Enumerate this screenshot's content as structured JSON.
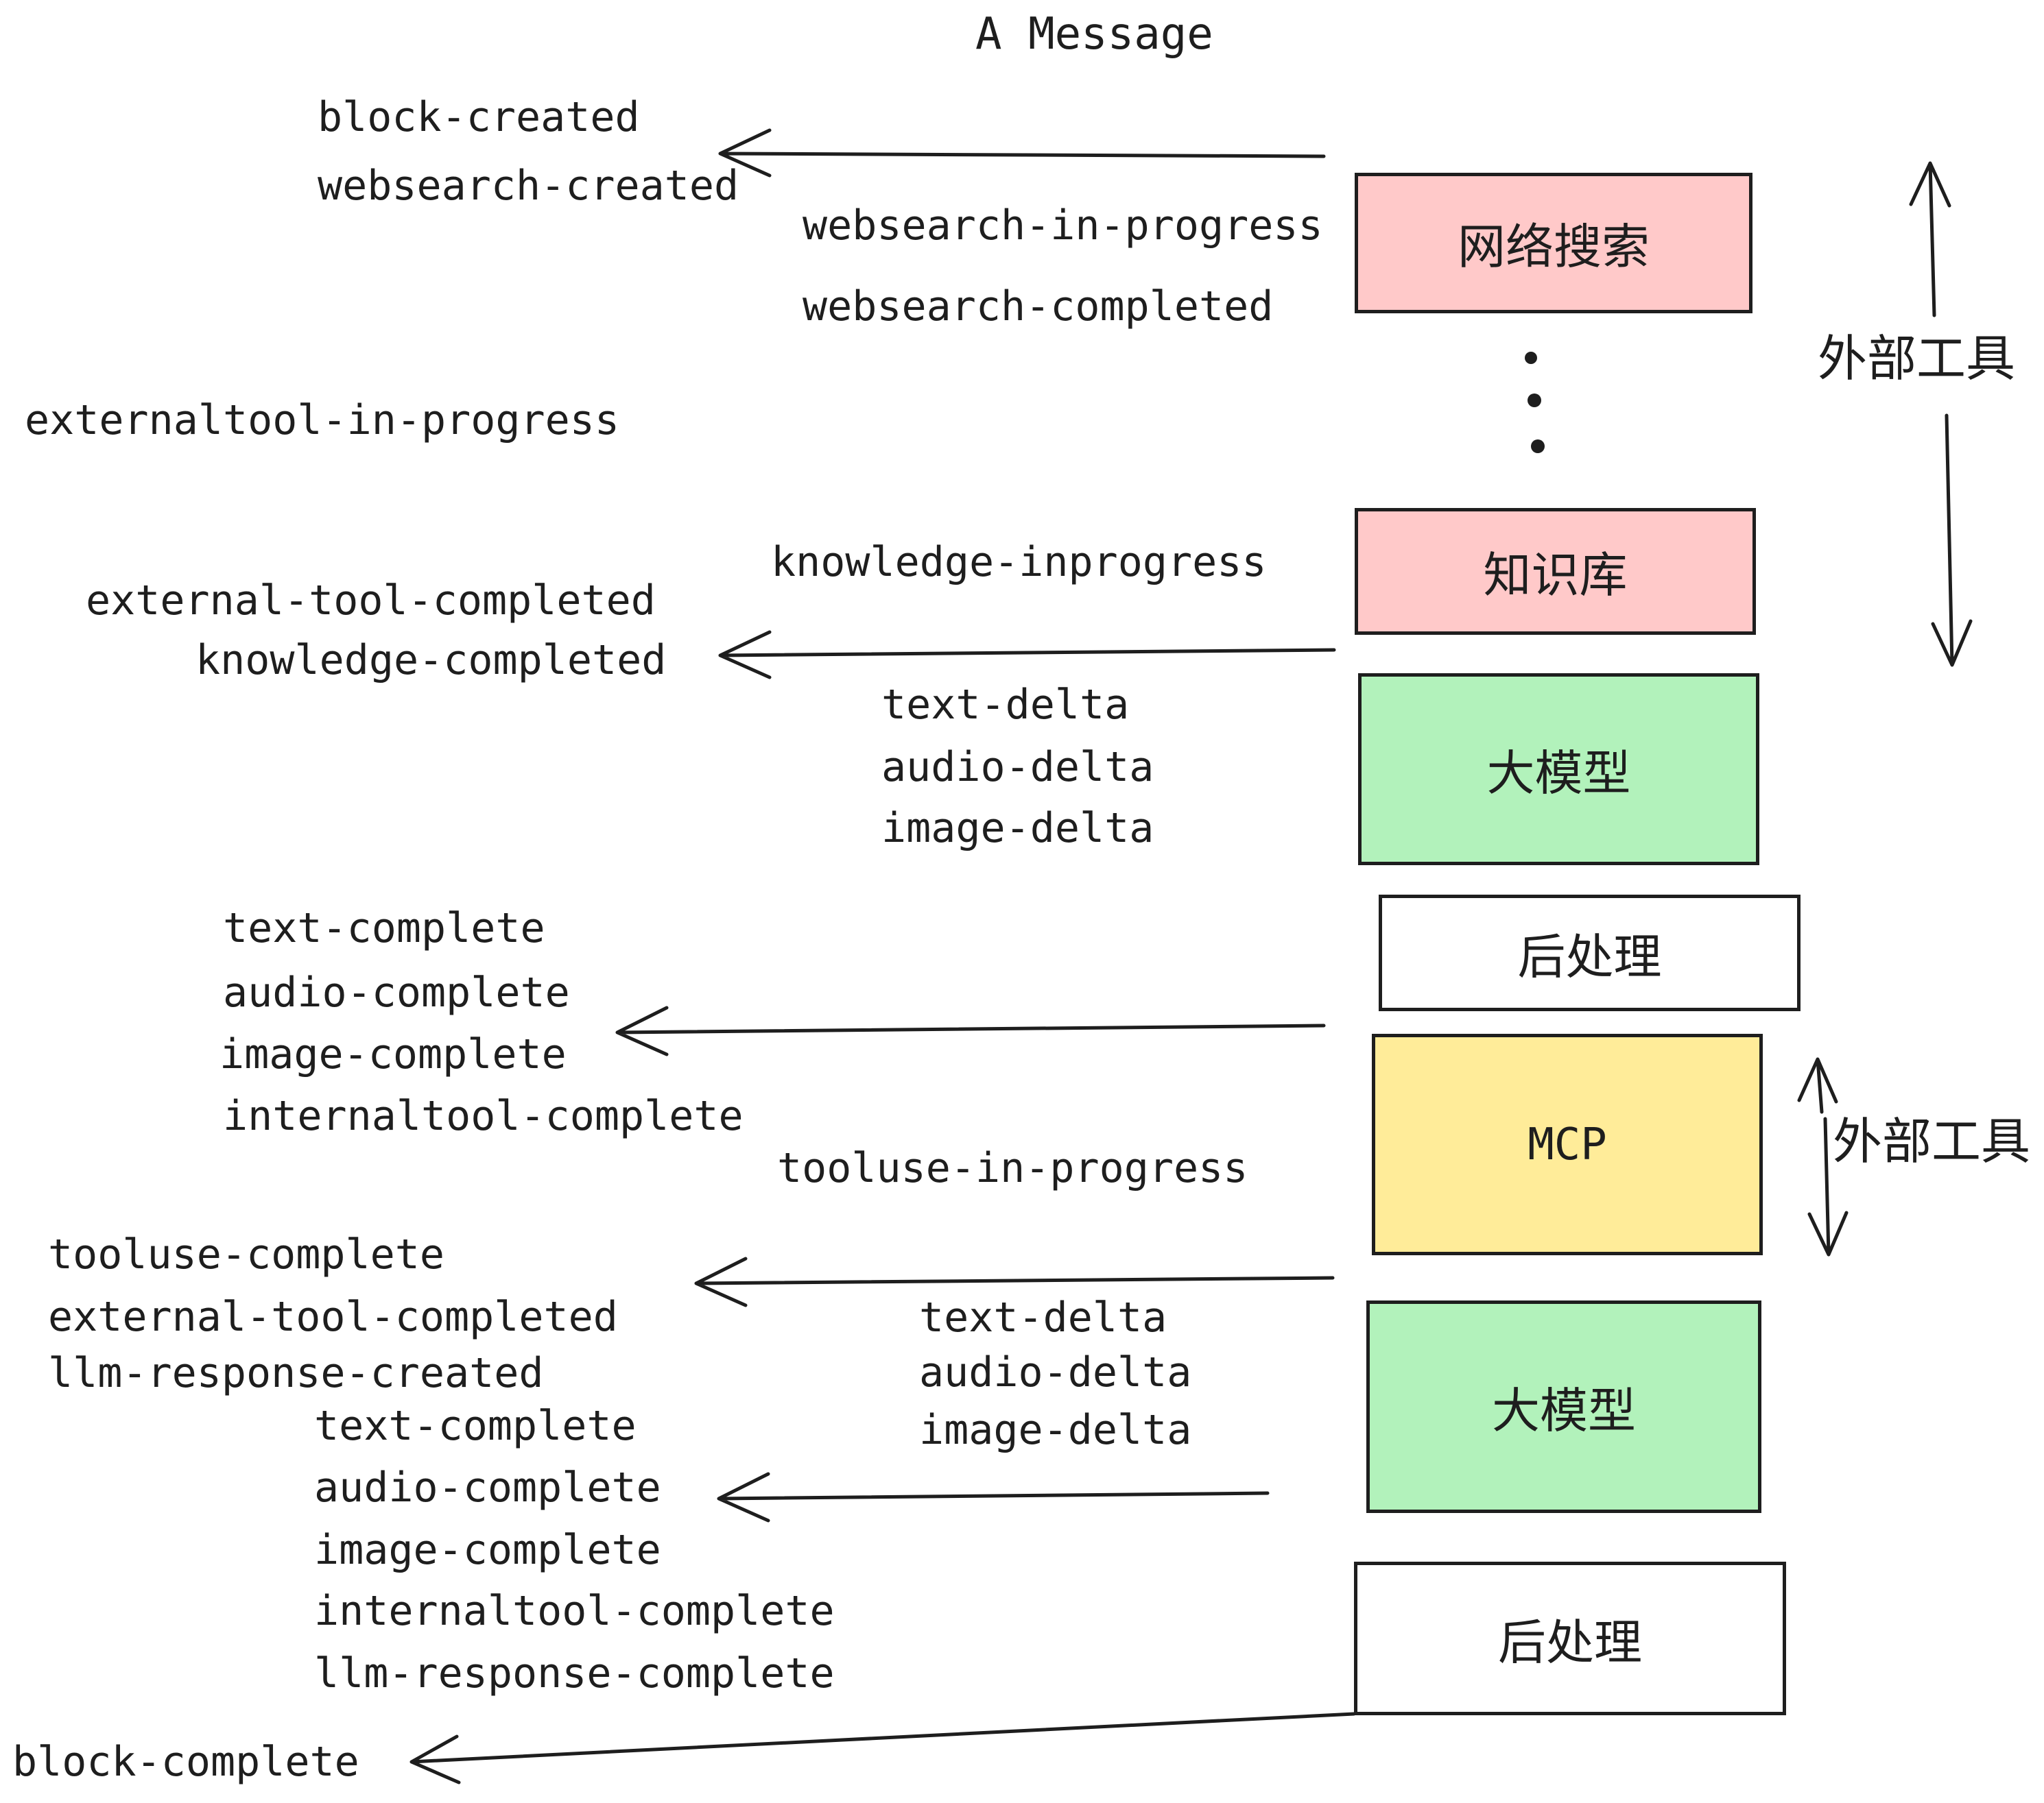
{
  "title": "A Message",
  "colors": {
    "pink": "#ffc9c9",
    "green": "#b2f2bb",
    "yellow": "#ffec99",
    "ink": "#1e1e1e",
    "background": "#ffffff"
  },
  "boxes": {
    "websearch": "网络搜索",
    "knowledge": "知识库",
    "llm": "大模型",
    "post": "后处理",
    "mcp": "MCP"
  },
  "side": {
    "external_tools": "外部工具"
  },
  "events": {
    "block_created": "block-created",
    "websearch_created": "websearch-created",
    "websearch_in_progress": "websearch-in-progress",
    "websearch_completed": "websearch-completed",
    "externaltool_in_progress": "externaltool-in-progress",
    "knowledge_inprogress": "knowledge-inprogress",
    "external_tool_completed": "external-tool-completed",
    "knowledge_completed": "knowledge-completed",
    "text_delta": "text-delta",
    "audio_delta": "audio-delta",
    "image_delta": "image-delta",
    "text_complete": "text-complete",
    "audio_complete": "audio-complete",
    "image_complete": "image-complete",
    "internaltool_complete": "internaltool-complete",
    "tooluse_in_progress": "tooluse-in-progress",
    "tooluse_complete": "tooluse-complete",
    "llm_response_created": "llm-response-created",
    "llm_response_complete": "llm-response-complete",
    "block_complete": "block-complete"
  }
}
